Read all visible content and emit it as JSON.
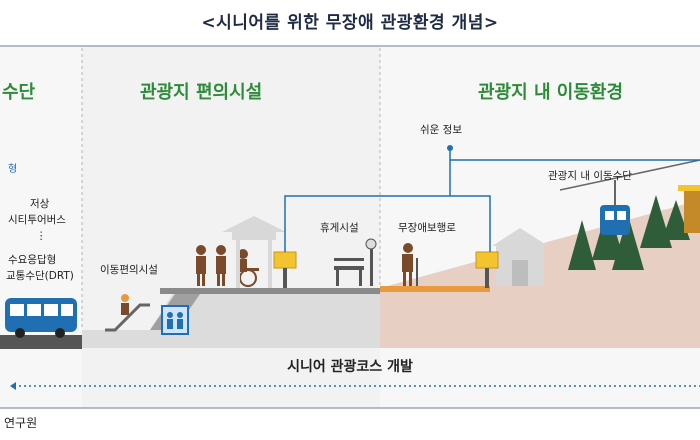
{
  "title": "<시니어를 위한 무장애 관광환경 개념>",
  "sections": {
    "left_title": "수단",
    "middle_title": "관광지 편의시설",
    "right_title": "관광지 내 이동환경"
  },
  "labels": {
    "left_note": "형",
    "city_bus_line1": "저상",
    "city_bus_line2": "시티투어버스",
    "drt_line1": "수요응답형",
    "drt_line2": "교통수단(DRT)",
    "mobility_facility": "이동편의시설",
    "rest_facility": "휴게시설",
    "barrier_free_walk": "무장애보행로",
    "easy_info": "쉬운 정보",
    "mobility_means": "관광지 내 이동수단"
  },
  "bottom_label": "시니어 관광코스 개발",
  "source": "연구원",
  "colors": {
    "title": "#1f2a44",
    "section_title": "#2e8b3a",
    "bus": "#1f6fb2",
    "platform": "#8a8a8a",
    "ground_left": "#dcdcdc",
    "ground_right": "#e8cfc4",
    "walkway": "#e89a3c",
    "sign": "#f4c430",
    "tree": "#2f5d3a",
    "connector": "#1f6fb2"
  },
  "icons": [
    "bus-icon",
    "elevator-icon",
    "escalator-icon",
    "people-icon",
    "wheelchair-icon",
    "bench-icon",
    "signboard-icon",
    "pavilion-icon",
    "barn-icon",
    "tree-icon",
    "cable-car-icon",
    "elderly-walker-icon"
  ]
}
